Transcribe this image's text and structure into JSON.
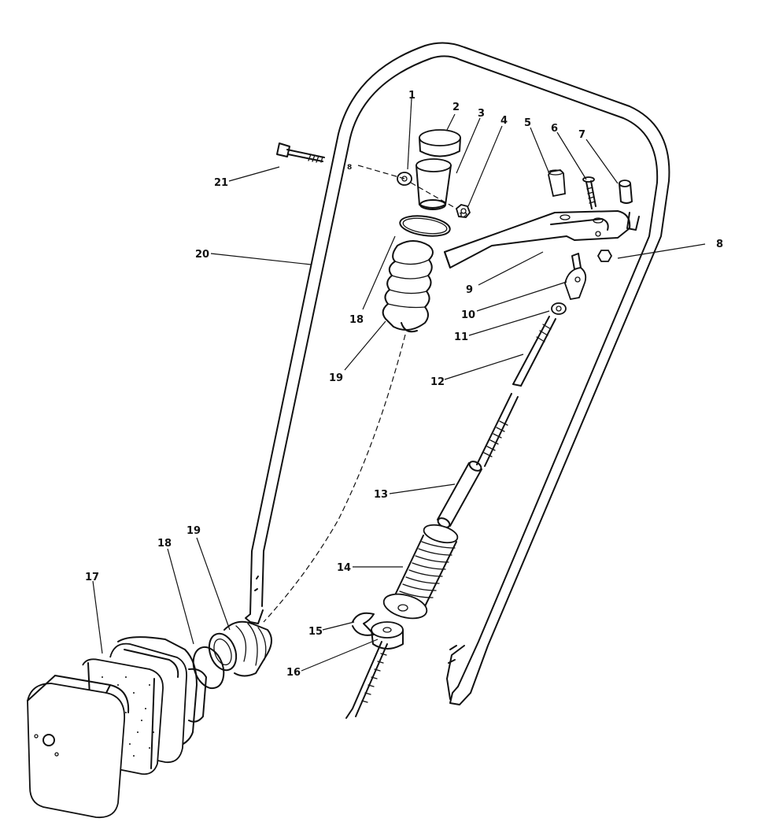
{
  "diagram": {
    "labels": {
      "p1": "1",
      "p2": "2",
      "p3": "3",
      "p4": "4",
      "p5": "5",
      "p6": "6",
      "p7": "7",
      "p8": "8",
      "p9": "9",
      "p10": "10",
      "p11": "11",
      "p12": "12",
      "p13": "13",
      "p14": "14",
      "p15": "15",
      "p16": "16",
      "p17": "17",
      "p18_upper": "18",
      "p19_upper": "19",
      "p18_lower": "18",
      "p19_lower": "19",
      "p20": "20",
      "p21": "21",
      "p8_small": "8",
      "p12_small": "12"
    }
  }
}
